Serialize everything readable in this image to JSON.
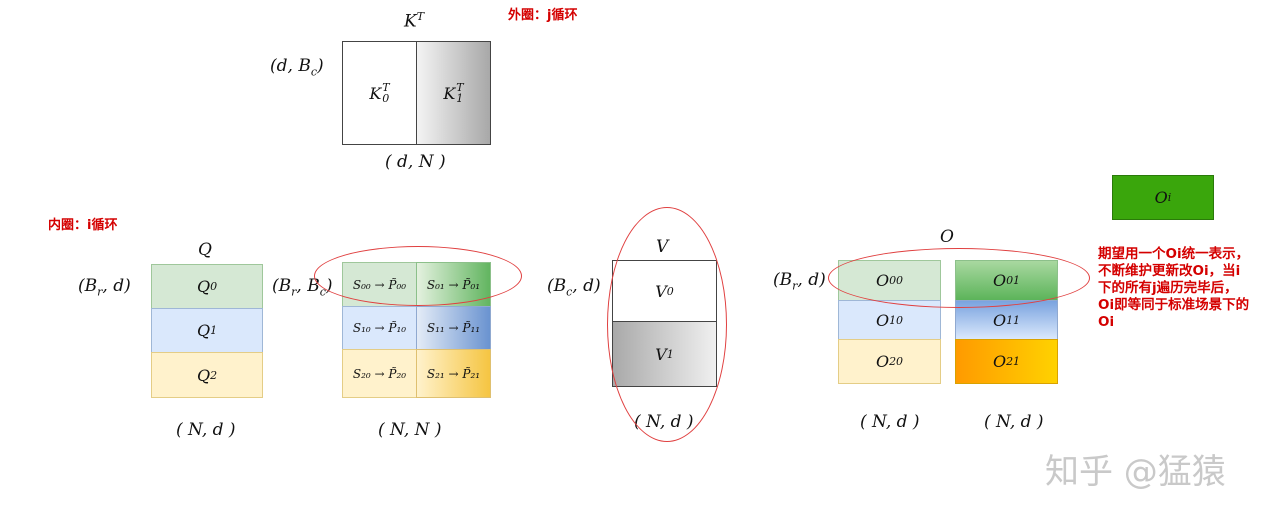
{
  "annotations": {
    "outer_loop": "外圈：j循环",
    "inner_loop": "内圈：i循环",
    "note": "期望用一个Oi统一表示，\n不断维护更新改Oi，当i\n下的所有j遍历完毕后，\nOi即等同于标准场景下的\nOi"
  },
  "kt": {
    "title": "K^T",
    "left_dim": "(d, B_c)",
    "blocks": [
      "K_0^T",
      "K_1^T"
    ],
    "bottom_dim": "( d, N )"
  },
  "q": {
    "title": "Q",
    "left_dim": "(B_r, d)",
    "blocks": [
      "Q_0",
      "Q_1",
      "Q_2"
    ],
    "bottom_dim": "( N, d )"
  },
  "s": {
    "left_dim": "(B_r, B_c)",
    "cells": [
      [
        "S₀₀ → P̃₀₀",
        "S₀₁ → P̃₀₁"
      ],
      [
        "S₁₀ → P̃₁₀",
        "S₁₁ → P̃₁₁"
      ],
      [
        "S₂₀ → P̃₂₀",
        "S₂₁ → P̃₂₁"
      ]
    ],
    "bottom_dim": "( N, N )"
  },
  "v": {
    "title": "V",
    "left_dim": "(B_c, d)",
    "blocks": [
      "V_0",
      "V_1"
    ],
    "bottom_dim": "( N, d )"
  },
  "o": {
    "title": "O",
    "left_dim": "(B_r, d)",
    "cells": [
      [
        "O_00",
        "O_01"
      ],
      [
        "O_10",
        "O_11"
      ],
      [
        "O_20",
        "O_21"
      ]
    ],
    "bottom_dims": [
      "( N, d )",
      "( N, d )"
    ]
  },
  "oi": {
    "label": "O_i"
  },
  "watermark": "知乎 @猛猿",
  "colors": {
    "annotation_red": "#d40000",
    "ellipse_red": "#e04040",
    "oi_green": "#3aa60c",
    "row0": "#d5e8d4",
    "row1": "#dae8fc",
    "row2": "#fff2cc"
  }
}
